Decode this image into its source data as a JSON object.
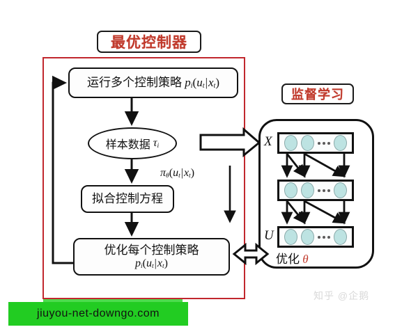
{
  "figure": {
    "domain": "diagram",
    "background": "#ffffff",
    "accent_red": "#c1272d",
    "title_text_color": "#c0392b",
    "node_fill": "#bde3e2",
    "banner_green": "#22cc22"
  },
  "controller": {
    "title": "最优控制器",
    "box_run": {
      "text_cn": "运行多个控制策略",
      "math_p": "p",
      "math_sub_i": "i",
      "math_open": "(",
      "math_u": "u",
      "math_sub_t1": "t",
      "math_bar": "|",
      "math_x": "x",
      "math_sub_t2": "t",
      "math_close": ")"
    },
    "ellipse_sample": {
      "text_cn": "样本数据",
      "math_tau": "τ",
      "math_sub_i": "i"
    },
    "box_fit": {
      "text_cn": "拟合控制方程"
    },
    "box_optimize": {
      "line1_cn": "优化每个控制策略",
      "math_p": "p",
      "math_sub_i": "i",
      "math_open": "(",
      "math_u": "u",
      "math_sub_t1": "t",
      "math_bar": "|",
      "math_x": "x",
      "math_sub_t2": "t",
      "math_close": ")"
    }
  },
  "policy_label": {
    "math_pi": "π",
    "math_sub_theta": "θ",
    "math_open": "(",
    "math_u": "u",
    "math_sub_t1": "t",
    "math_bar": "|",
    "math_x": "x",
    "math_sub_t2": "t",
    "math_close": ")"
  },
  "supervised": {
    "title": "监督学习",
    "input_label": "X",
    "output_label": "U",
    "caption_cn": "优化",
    "caption_theta": "θ",
    "layers": [
      {
        "name": "input-layer",
        "label": "X",
        "nodes": 3,
        "ellipsis": true
      },
      {
        "name": "hidden-layer",
        "label": "",
        "nodes": 3,
        "ellipsis": true
      },
      {
        "name": "output-layer",
        "label": "U",
        "nodes": 3,
        "ellipsis": true
      }
    ]
  },
  "watermarks": {
    "banner_text": "jiuyou-net-downgo.com",
    "zhihu_text": "知乎 @企鹅"
  }
}
